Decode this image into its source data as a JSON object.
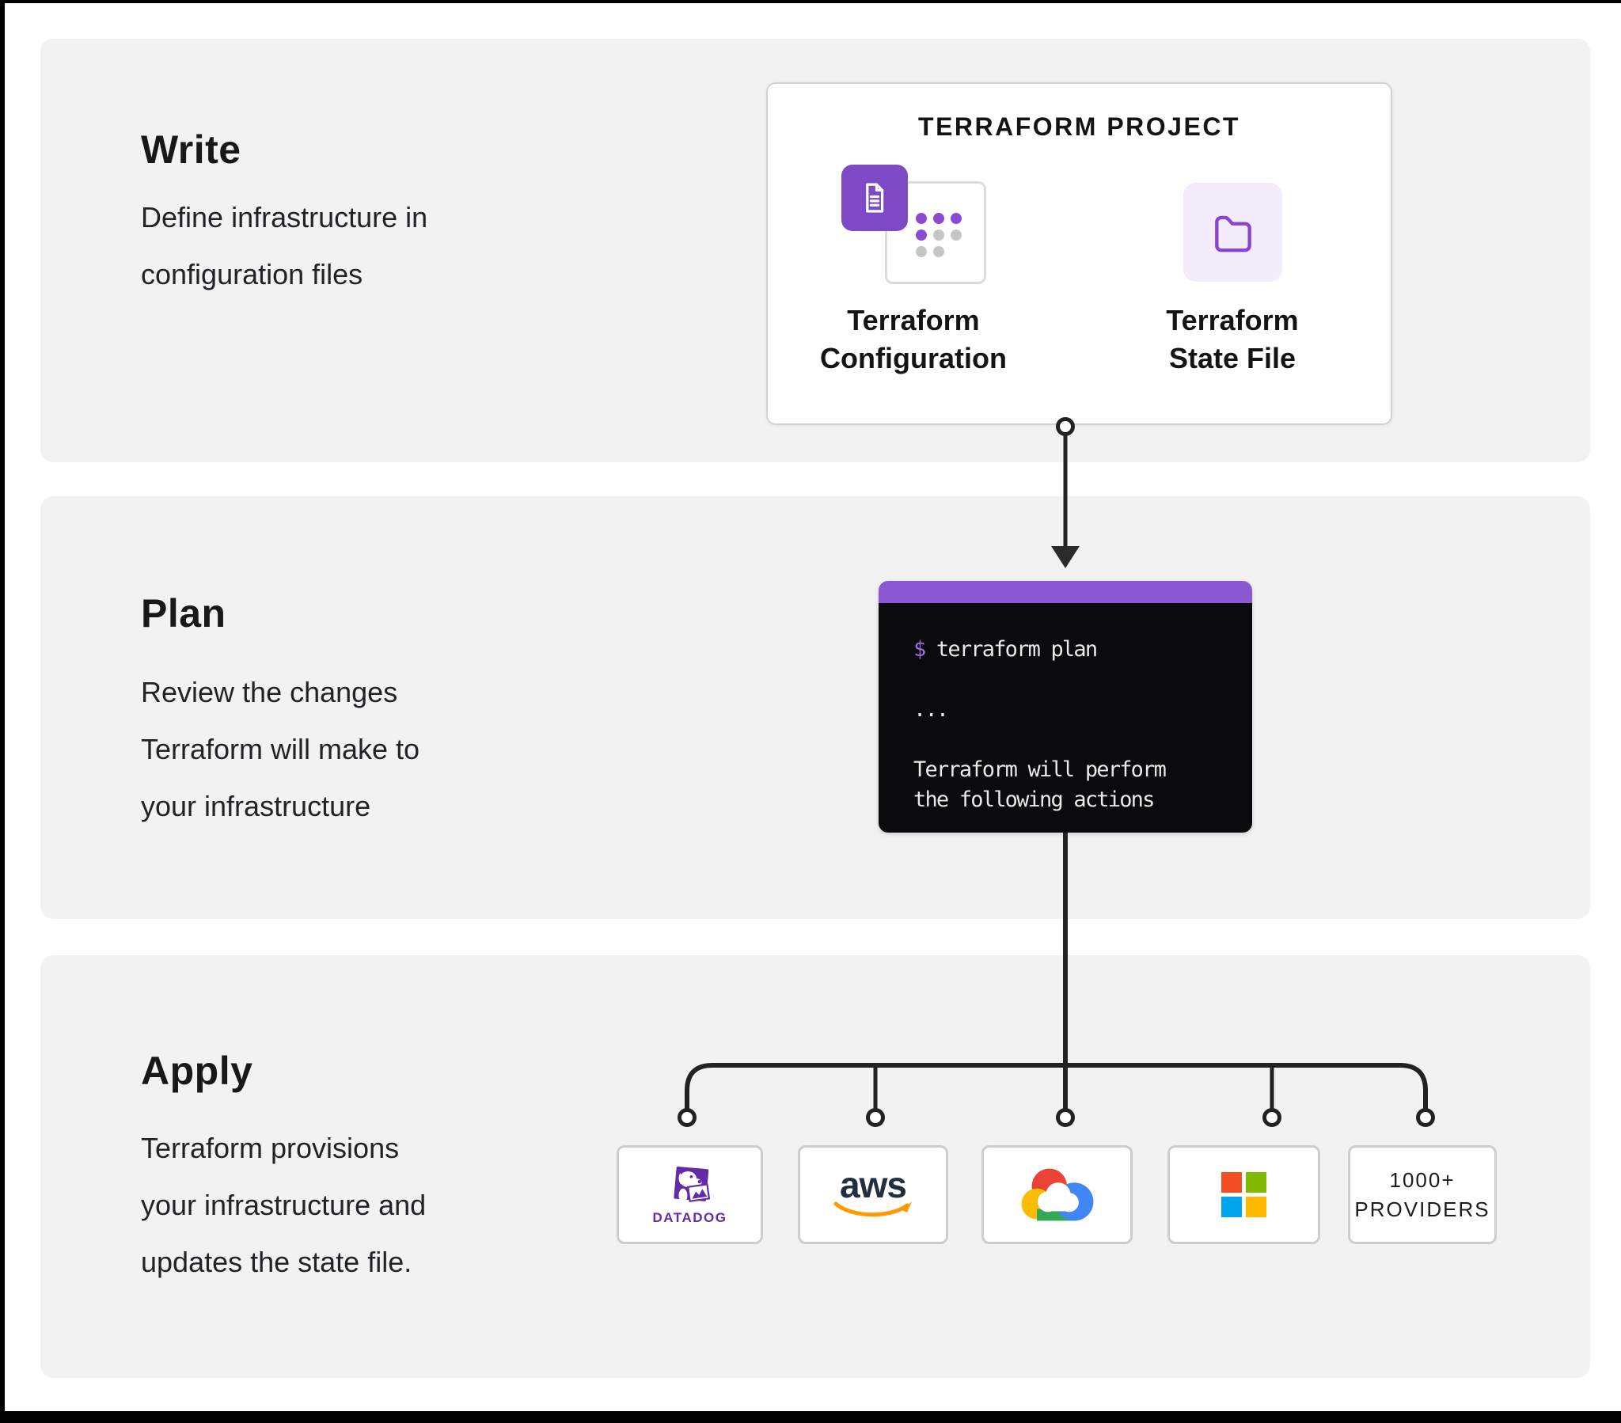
{
  "theme": {
    "page_bg": "#ffffff",
    "panel_bg": "#f2f2f2",
    "heading_color": "#18181a",
    "body_color": "#232327",
    "terraform_purple": "#7d49c4",
    "folder_purple": "#8a45cc",
    "lavender": "#f3ecfa",
    "dot_purple": "#8d4bd2",
    "dot_gray": "#c6c6c6",
    "terminal_bar": "#8a58d0",
    "terminal_bg": "#0b0b0d",
    "terminal_text": "#e9e9ea",
    "terminal_prompt": "#9e6ee0",
    "line_color": "#222222",
    "datadog_purple": "#632ca6",
    "aws_navy": "#232f3e",
    "aws_orange": "#ff9900",
    "ms_red": "#f25022",
    "ms_green": "#7fba00",
    "ms_blue": "#00a4ef",
    "ms_yellow": "#ffb900",
    "gcp_blue": "#4285f4",
    "gcp_red": "#ea4335",
    "gcp_yellow": "#fbbc05",
    "gcp_green": "#34a853"
  },
  "sections": {
    "write": {
      "title": "Write",
      "body": [
        "Define infrastructure in",
        "configuration files"
      ]
    },
    "plan": {
      "title": "Plan",
      "body": [
        "Review the changes",
        "Terraform will make to",
        "your infrastructure"
      ]
    },
    "apply": {
      "title": "Apply",
      "body": [
        "Terraform provisions",
        "your infrastructure and",
        "updates the state file."
      ]
    }
  },
  "project_card": {
    "title": "TERRAFORM PROJECT",
    "configuration_label": [
      "Terraform",
      "Configuration"
    ],
    "state_file_label": [
      "Terraform",
      "State File"
    ]
  },
  "terminal": {
    "prompt": "$",
    "command": " terraform plan",
    "ellipsis": "...",
    "output": [
      "Terraform will perform",
      "the following actions"
    ]
  },
  "providers": {
    "datadog_label": "DATADOG",
    "aws_label": "aws",
    "more": [
      "1000+",
      "PROVIDERS"
    ]
  }
}
